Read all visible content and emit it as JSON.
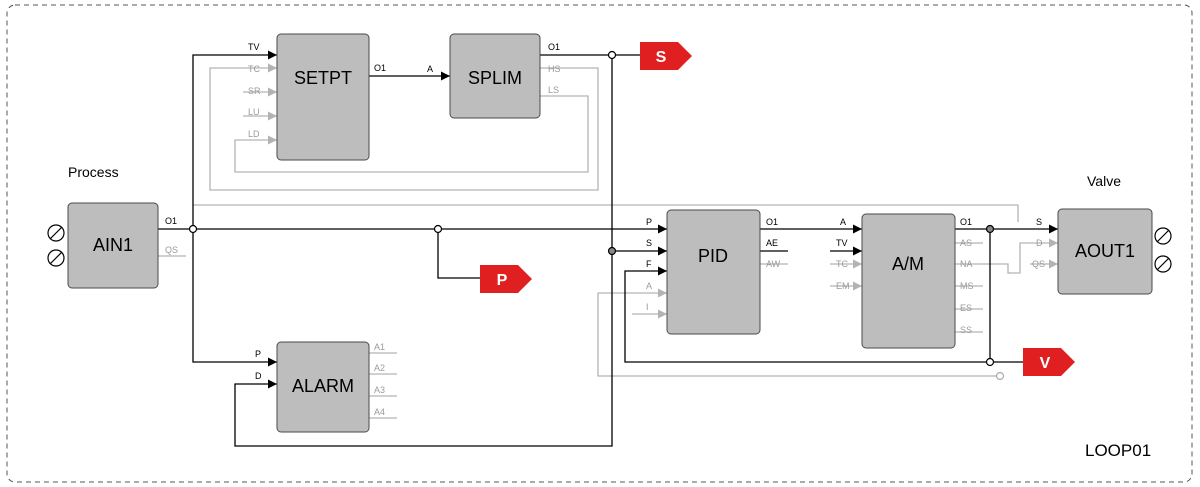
{
  "loop_name": "LOOP01",
  "labels": {
    "process": "Process",
    "valve": "Valve"
  },
  "blocks": {
    "ain1": {
      "name": "AIN1",
      "outputs": [
        "O1",
        "QS"
      ]
    },
    "setpt": {
      "name": "SETPT",
      "inputs": [
        "TV",
        "TC",
        "SR",
        "LU",
        "LD"
      ],
      "outputs": [
        "O1"
      ]
    },
    "splim": {
      "name": "SPLIM",
      "inputs": [
        "A"
      ],
      "outputs": [
        "O1",
        "HS",
        "LS"
      ]
    },
    "pid": {
      "name": "PID",
      "inputs": [
        "P",
        "S",
        "F",
        "A",
        "I"
      ],
      "outputs": [
        "O1",
        "AE",
        "AW"
      ]
    },
    "am": {
      "name": "A/M",
      "inputs": [
        "A",
        "TV",
        "TC",
        "EM"
      ],
      "outputs": [
        "O1",
        "AS",
        "NA",
        "MS",
        "ES",
        "SS"
      ]
    },
    "aout1": {
      "name": "AOUT1",
      "inputs": [
        "S",
        "D",
        "QS"
      ]
    },
    "alarm": {
      "name": "ALARM",
      "inputs": [
        "P",
        "D"
      ],
      "outputs": [
        "A1",
        "A2",
        "A3",
        "A4"
      ]
    }
  },
  "tags": {
    "s": "S",
    "p": "P",
    "v": "V"
  },
  "colors": {
    "tag": "#e02020",
    "block": "#bdbdbd",
    "inactive_wire": "#b3b3b3"
  }
}
